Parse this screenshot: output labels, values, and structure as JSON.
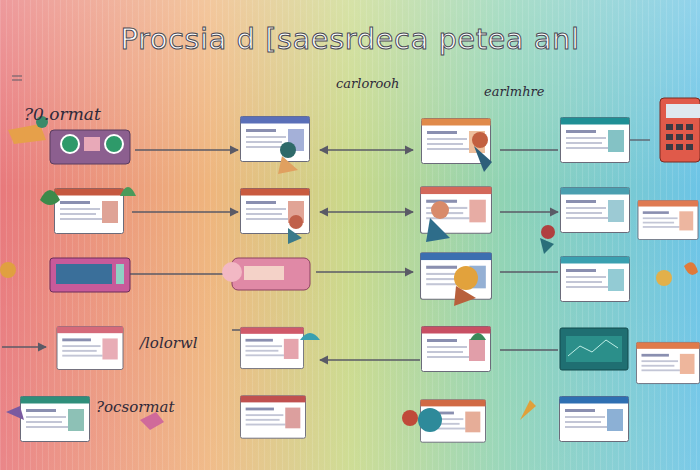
{
  "diagram": {
    "title": "Procsia d [saesrdeca petea anl",
    "labels": [
      "?0.ormat",
      "carlorooh",
      "earlmhre",
      "/lolorwl",
      "?ocsormat"
    ]
  }
}
